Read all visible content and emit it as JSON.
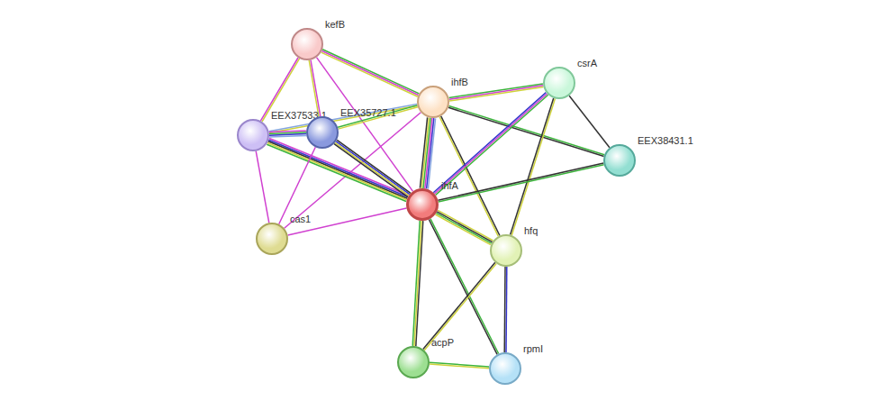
{
  "diagram": {
    "nodes": [
      {
        "text": [
          "kefB"
        ]
      },
      {
        "text": [
          "ihfB"
        ]
      },
      {
        "text": [
          "csrA"
        ]
      },
      {
        "text": [
          "EEX37533.1"
        ]
      },
      {
        "text": [
          "EEX35727.1"
        ]
      },
      {
        "text": [
          "EEX38431.1"
        ]
      },
      {
        "text": [
          "ihfA"
        ]
      },
      {
        "text": [
          "cas1"
        ]
      },
      {
        "text": [
          "hfq"
        ]
      },
      {
        "text": [
          "acpP"
        ]
      },
      {
        "text": [
          "rpmI"
        ]
      }
    ],
    "edges": [
      {
        "from": 0,
        "to": 1,
        "arrow": "none"
      },
      {
        "from": 0,
        "to": 3,
        "arrow": "none"
      },
      {
        "from": 0,
        "to": 4,
        "arrow": "none"
      },
      {
        "from": 0,
        "to": 6,
        "arrow": "none"
      },
      {
        "from": 1,
        "to": 2,
        "arrow": "none"
      },
      {
        "from": 1,
        "to": 3,
        "arrow": "none"
      },
      {
        "from": 1,
        "to": 4,
        "arrow": "none"
      },
      {
        "from": 1,
        "to": 5,
        "arrow": "none"
      },
      {
        "from": 1,
        "to": 6,
        "arrow": "none"
      },
      {
        "from": 1,
        "to": 8,
        "arrow": "none"
      },
      {
        "from": 1,
        "to": 7,
        "arrow": "none"
      },
      {
        "from": 2,
        "to": 6,
        "arrow": "none"
      },
      {
        "from": 2,
        "to": 8,
        "arrow": "none"
      },
      {
        "from": 2,
        "to": 5,
        "arrow": "none"
      },
      {
        "from": 3,
        "to": 4,
        "arrow": "none"
      },
      {
        "from": 3,
        "to": 6,
        "arrow": "none"
      },
      {
        "from": 3,
        "to": 7,
        "arrow": "none"
      },
      {
        "from": 4,
        "to": 6,
        "arrow": "none"
      },
      {
        "from": 4,
        "to": 7,
        "arrow": "none"
      },
      {
        "from": 5,
        "to": 6,
        "arrow": "none"
      },
      {
        "from": 6,
        "to": 7,
        "arrow": "none"
      },
      {
        "from": 6,
        "to": 8,
        "arrow": "none"
      },
      {
        "from": 6,
        "to": 9,
        "arrow": "none"
      },
      {
        "from": 6,
        "to": 10,
        "arrow": "none"
      },
      {
        "from": 8,
        "to": 9,
        "arrow": "none"
      },
      {
        "from": 8,
        "to": 10,
        "arrow": "none"
      },
      {
        "from": 9,
        "to": 10,
        "arrow": "none"
      }
    ]
  }
}
